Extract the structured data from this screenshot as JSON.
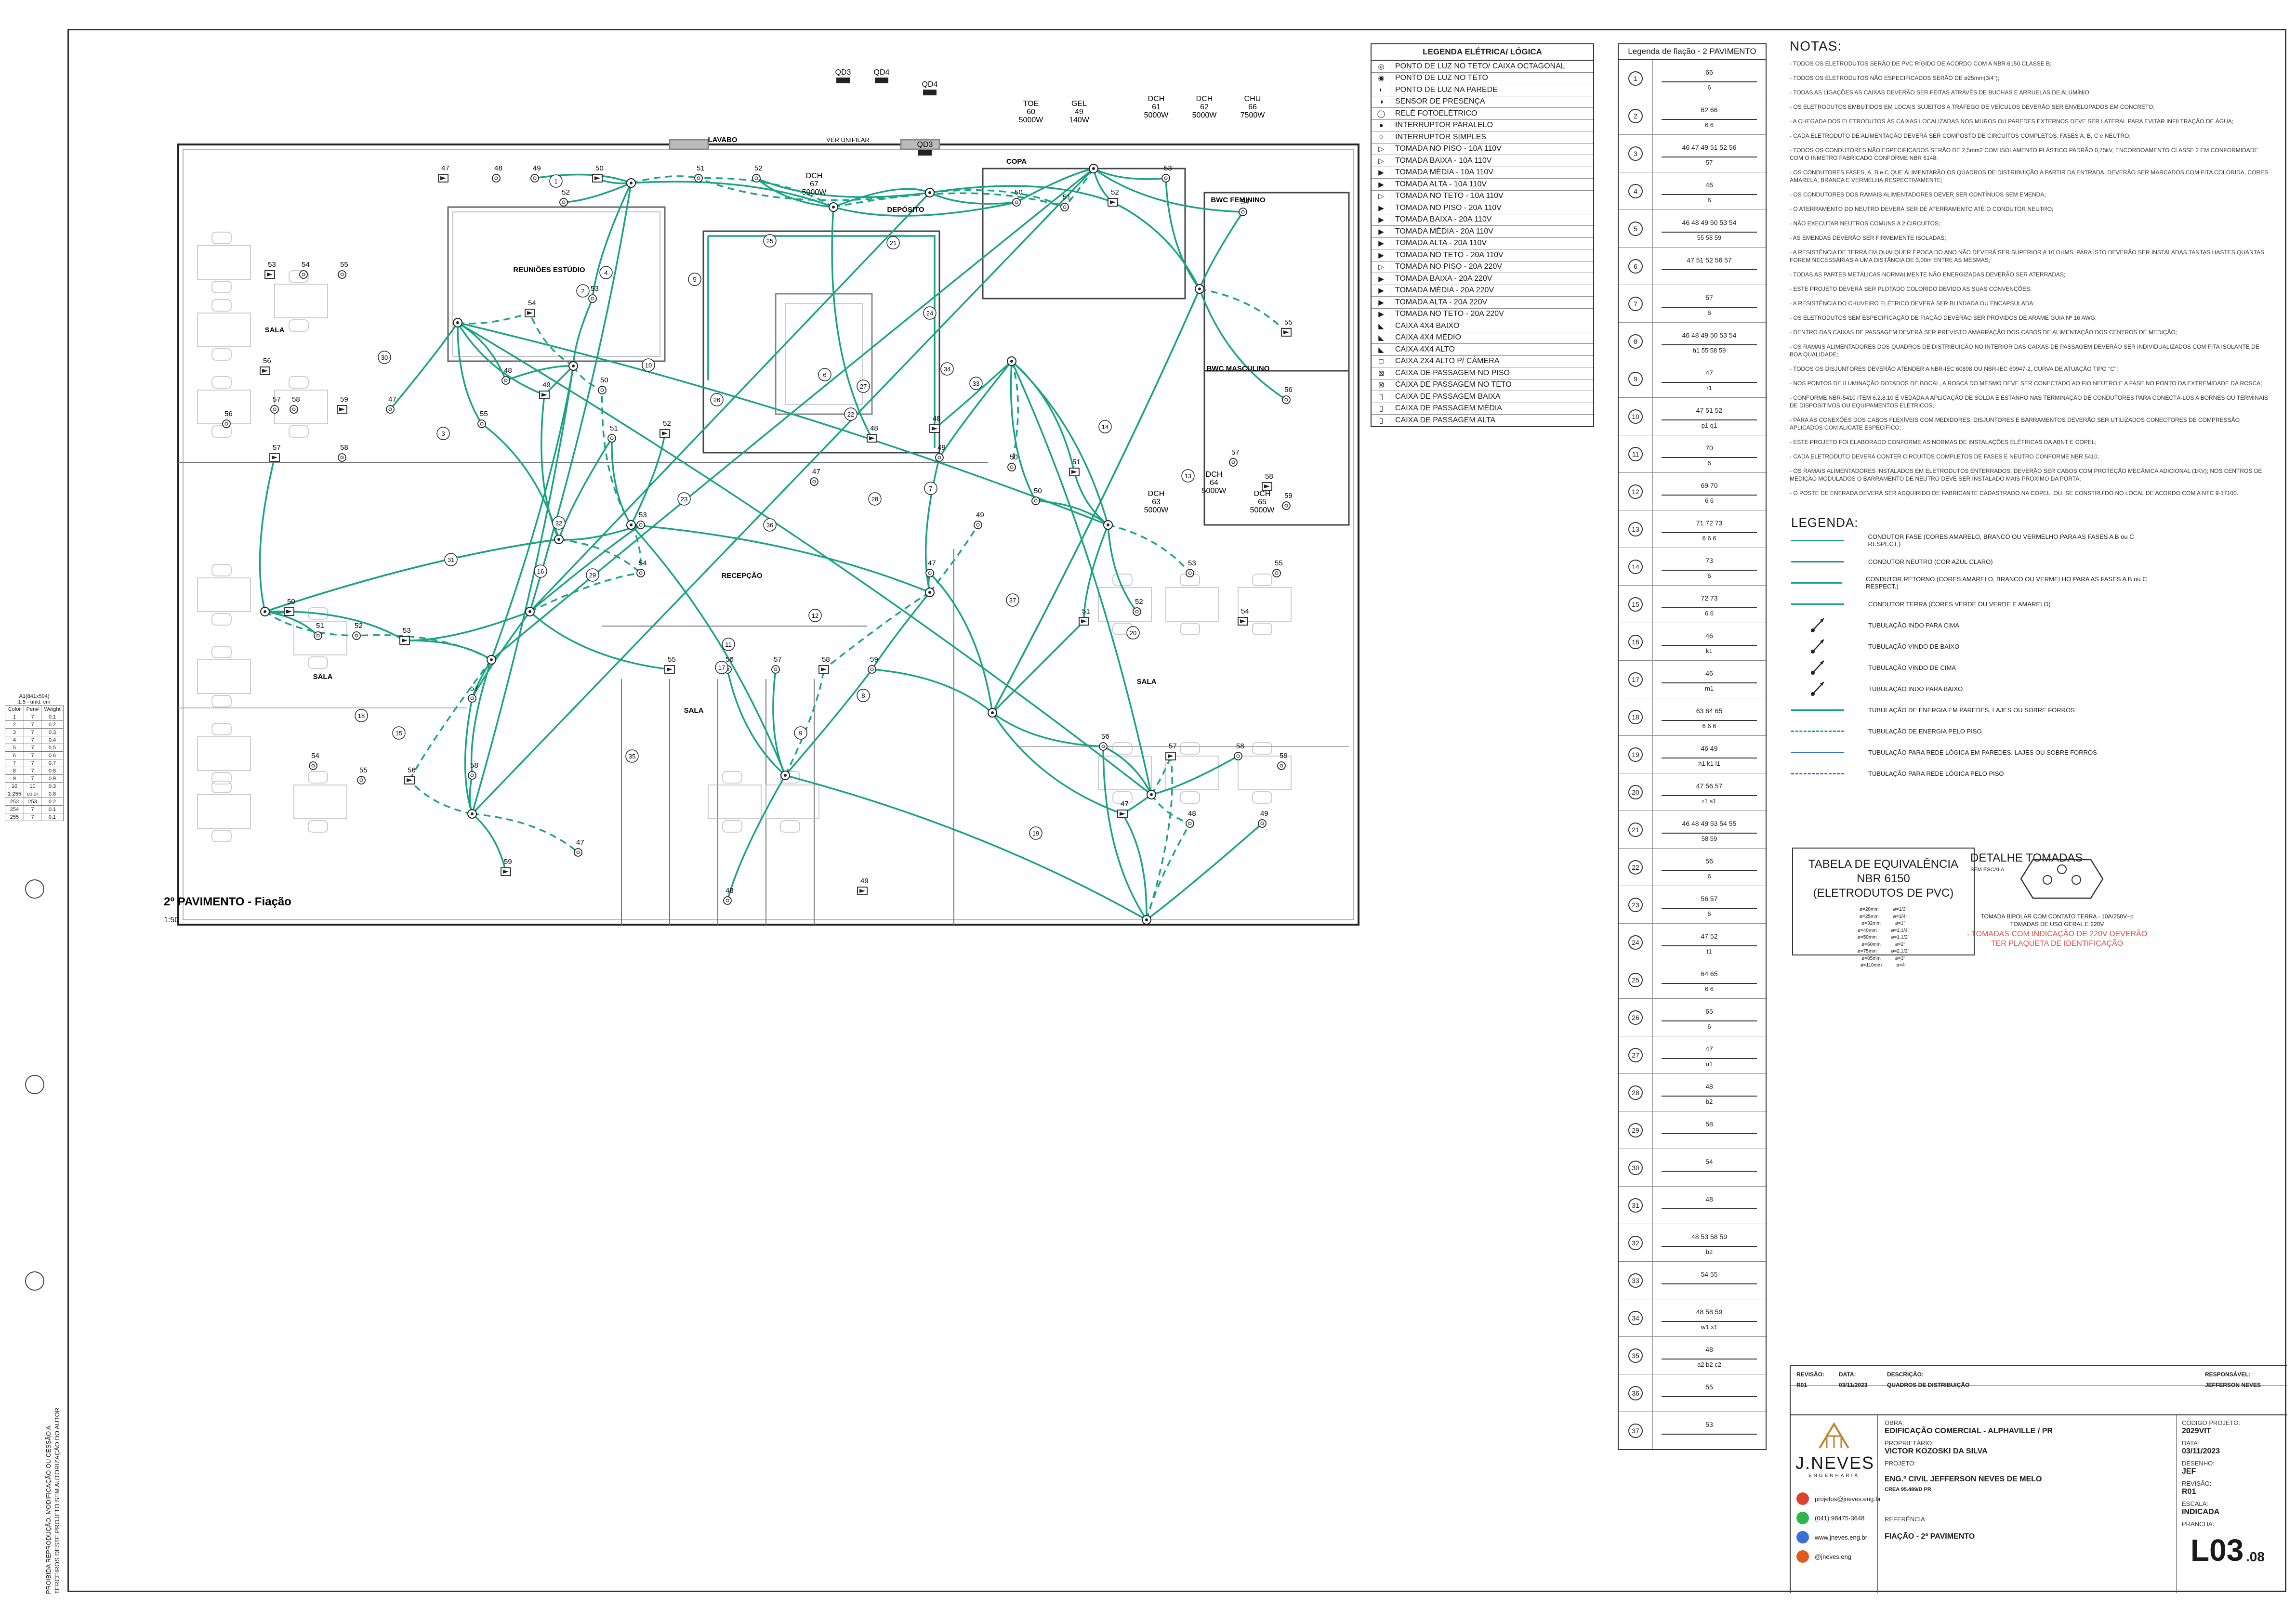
{
  "plan": {
    "title": "2º PAVIMENTO - Fiação",
    "scale": "1:50",
    "rooms": [
      {
        "key": "sala1",
        "label": "SALA"
      },
      {
        "key": "reunioes",
        "label": "REUNIÕES ESTÚDIO"
      },
      {
        "key": "lavabo",
        "label": "LAVABO"
      },
      {
        "key": "copa",
        "label": "COPA"
      },
      {
        "key": "deposito",
        "label": "DEPÓSITO"
      },
      {
        "key": "bwc_fem",
        "label": "BWC FEMININO"
      },
      {
        "key": "bwc_masc",
        "label": "BWC MASCULINO"
      },
      {
        "key": "recepcao",
        "label": "RECEPÇÃO"
      },
      {
        "key": "sala2",
        "label": "SALA"
      },
      {
        "key": "sala3",
        "label": "SALA"
      },
      {
        "key": "sala4",
        "label": "SALA"
      }
    ],
    "panels": [
      {
        "label": "QD3"
      },
      {
        "label": "QD4"
      },
      {
        "label": "QD4"
      },
      {
        "label": "QD3"
      }
    ],
    "ver_unifilar": "VER UNIFILAR",
    "equipment": [
      {
        "name": "TOE",
        "circuit": "60",
        "power": "5000W"
      },
      {
        "name": "GEL",
        "circuit": "49",
        "power": "140W"
      },
      {
        "name": "DCH",
        "circuit": "61",
        "power": "5000W"
      },
      {
        "name": "DCH",
        "circuit": "62",
        "power": "5000W"
      },
      {
        "name": "CHU",
        "circuit": "66",
        "power": "7500W"
      },
      {
        "name": "DCH",
        "circuit": "67",
        "power": "5000W"
      },
      {
        "name": "DCH",
        "circuit": "63",
        "power": "5000W"
      },
      {
        "name": "DCH",
        "circuit": "64",
        "power": "5000W"
      },
      {
        "name": "DCH",
        "circuit": "65",
        "power": "5000W"
      }
    ],
    "circuit_numbers": [
      "47",
      "48",
      "49",
      "50",
      "51",
      "52",
      "53",
      "54",
      "55",
      "56",
      "57",
      "58",
      "59"
    ],
    "bubbles": [
      "1",
      "2",
      "3",
      "4",
      "5",
      "6",
      "7",
      "8",
      "9",
      "10",
      "11",
      "12",
      "13",
      "14",
      "15",
      "16",
      "17",
      "18",
      "19",
      "20",
      "21",
      "22",
      "23",
      "24",
      "25",
      "26",
      "27",
      "28",
      "29",
      "30",
      "31",
      "32",
      "33",
      "34",
      "35",
      "36",
      "37"
    ]
  },
  "legend": {
    "title": "LEGENDA ELÉTRICA/ LÓGICA",
    "items": [
      {
        "icon": "ceiling-light-octagonal-icon",
        "glyph": "◎",
        "label": "PONTO DE LUZ NO TETO/ CAIXA OCTAGONAL"
      },
      {
        "icon": "ceiling-light-icon",
        "glyph": "◉",
        "label": "PONTO DE LUZ NO TETO"
      },
      {
        "icon": "wall-light-icon",
        "glyph": "◐",
        "label": "PONTO DE LUZ NA PAREDE"
      },
      {
        "icon": "presence-sensor-icon",
        "glyph": "◑",
        "label": "SENSOR DE PRESENÇA"
      },
      {
        "icon": "photocell-relay-icon",
        "glyph": "◯",
        "label": "RELÉ FOTOELÉTRICO"
      },
      {
        "icon": "parallel-switch-icon",
        "glyph": "●",
        "label": "INTERRUPTOR PARALELO"
      },
      {
        "icon": "simple-switch-icon",
        "glyph": "○",
        "label": "INTERRUPTOR SIMPLES"
      },
      {
        "icon": "floor-outlet-10a-icon",
        "glyph": "▷",
        "label": "TOMADA NO PISO - 10A 110V"
      },
      {
        "icon": "low-outlet-10a-icon",
        "glyph": "▷",
        "label": "TOMADA BAIXA - 10A 110V"
      },
      {
        "icon": "mid-outlet-10a-icon",
        "glyph": "▶",
        "label": "TOMADA MÉDIA - 10A 110V"
      },
      {
        "icon": "high-outlet-10a-icon",
        "glyph": "▶",
        "label": "TOMADA ALTA - 10A 110V"
      },
      {
        "icon": "ceiling-outlet-10a-icon",
        "glyph": "▷",
        "label": "TOMADA NO TETO - 10A 110V"
      },
      {
        "icon": "floor-outlet-20a-icon",
        "glyph": "▶",
        "label": "TOMADA NO PISO - 20A 110V"
      },
      {
        "icon": "low-outlet-20a-icon",
        "glyph": "▶",
        "label": "TOMADA BAIXA - 20A 110V"
      },
      {
        "icon": "mid-outlet-20a-icon",
        "glyph": "▶",
        "label": "TOMADA MÉDIA - 20A 110V"
      },
      {
        "icon": "high-outlet-20a-icon",
        "glyph": "▶",
        "label": "TOMADA ALTA - 20A 110V"
      },
      {
        "icon": "ceiling-outlet-20a-icon",
        "glyph": "▶",
        "label": "TOMADA NO TETO - 20A 110V"
      },
      {
        "icon": "floor-outlet-220-icon",
        "glyph": "▷",
        "label": "TOMADA NO PISO - 20A 220V"
      },
      {
        "icon": "low-outlet-220-icon",
        "glyph": "▶",
        "label": "TOMADA BAIXA - 20A 220V"
      },
      {
        "icon": "mid-outlet-220-icon",
        "glyph": "▶",
        "label": "TOMADA MÉDIA - 20A 220V"
      },
      {
        "icon": "high-outlet-220-icon",
        "glyph": "▶",
        "label": "TOMADA ALTA - 20A 220V"
      },
      {
        "icon": "ceiling-outlet-220-icon",
        "glyph": "▶",
        "label": "TOMADA NO TETO - 20A 220V"
      },
      {
        "icon": "box-4x4-low-icon",
        "glyph": "◣",
        "label": "CAIXA 4X4 BAIXO"
      },
      {
        "icon": "box-4x4-mid-icon",
        "glyph": "◣",
        "label": "CAIXA 4X4 MÉDIO"
      },
      {
        "icon": "box-4x4-high-icon",
        "glyph": "◣",
        "label": "CAIXA 4X4 ALTO"
      },
      {
        "icon": "camera-box-icon",
        "glyph": "□",
        "label": "CAIXA 2X4 ALTO P/ CÂMERA"
      },
      {
        "icon": "floor-passage-box-icon",
        "glyph": "⊠",
        "label": "CAIXA DE PASSAGEM NO PISO"
      },
      {
        "icon": "ceiling-passage-box-icon",
        "glyph": "⊠",
        "label": "CAIXA DE PASSAGEM NO TETO"
      },
      {
        "icon": "low-passage-box-icon",
        "glyph": "▯",
        "label": "CAIXA DE PASSAGEM BAIXA"
      },
      {
        "icon": "mid-passage-box-icon",
        "glyph": "▯",
        "label": "CAIXA DE PASSAGEM MÉDIA"
      },
      {
        "icon": "high-passage-box-icon",
        "glyph": "▯",
        "label": "CAIXA DE PASSAGEM ALTA"
      }
    ]
  },
  "wiring": {
    "title": "Legenda de fiação - 2 PAVIMENTO",
    "rows": [
      {
        "n": "1",
        "top": "66",
        "bot": "6"
      },
      {
        "n": "2",
        "top": "62 66",
        "bot": "6 6"
      },
      {
        "n": "3",
        "top": "46 47 49 51 52 56",
        "bot": "57"
      },
      {
        "n": "4",
        "top": "46",
        "bot": "6"
      },
      {
        "n": "5",
        "top": "46 48 49 50 53 54",
        "bot": "55 58 59"
      },
      {
        "n": "6",
        "top": "47 51 52 56 57",
        "bot": ""
      },
      {
        "n": "7",
        "top": "57",
        "bot": "6"
      },
      {
        "n": "8",
        "top": "46 48 49 50 53 54",
        "bot": "h1 55 58 59"
      },
      {
        "n": "9",
        "top": "47",
        "bot": "r1"
      },
      {
        "n": "10",
        "top": "47 51 52",
        "bot": "p1 q1"
      },
      {
        "n": "11",
        "top": "70",
        "bot": "6"
      },
      {
        "n": "12",
        "top": "69 70",
        "bot": "6 6"
      },
      {
        "n": "13",
        "top": "71 72 73",
        "bot": "6 6 6"
      },
      {
        "n": "14",
        "top": "73",
        "bot": "6"
      },
      {
        "n": "15",
        "top": "72 73",
        "bot": "6 6"
      },
      {
        "n": "16",
        "top": "46",
        "bot": "k1"
      },
      {
        "n": "17",
        "top": "46",
        "bot": "m1"
      },
      {
        "n": "18",
        "top": "63 64 65",
        "bot": "6 6 6"
      },
      {
        "n": "19",
        "top": "46 49",
        "bot": "h1 k1 l1"
      },
      {
        "n": "20",
        "top": "47 56 57",
        "bot": "r1 s1"
      },
      {
        "n": "21",
        "top": "46 48 49 53 54 55",
        "bot": "58 59"
      },
      {
        "n": "22",
        "top": "56",
        "bot": "6"
      },
      {
        "n": "23",
        "top": "56 57",
        "bot": "6"
      },
      {
        "n": "24",
        "top": "47 52",
        "bot": "t1"
      },
      {
        "n": "25",
        "top": "64 65",
        "bot": "6 6"
      },
      {
        "n": "26",
        "top": "65",
        "bot": "6"
      },
      {
        "n": "27",
        "top": "47",
        "bot": "u1"
      },
      {
        "n": "28",
        "top": "48",
        "bot": "b2"
      },
      {
        "n": "29",
        "top": "58",
        "bot": ""
      },
      {
        "n": "30",
        "top": "54",
        "bot": ""
      },
      {
        "n": "31",
        "top": "48",
        "bot": ""
      },
      {
        "n": "32",
        "top": "48 53 58 59",
        "bot": "b2"
      },
      {
        "n": "33",
        "top": "54 55",
        "bot": ""
      },
      {
        "n": "34",
        "top": "48 58 59",
        "bot": "w1 x1"
      },
      {
        "n": "35",
        "top": "48",
        "bot": "a2 b2 c2"
      },
      {
        "n": "36",
        "top": "55",
        "bot": ""
      },
      {
        "n": "37",
        "top": "53",
        "bot": ""
      }
    ]
  },
  "notes": {
    "title": "NOTAS:",
    "items": [
      "- TODOS OS ELETRODUTOS SERÃO DE PVC RÍGIDO DE ACORDO COM A NBR 6150 CLASSE B;",
      "- TODOS OS ELETRODUTOS NÃO ESPECIFICADOS SERÃO DE ø25mm(3/4\");",
      "- TODAS AS LIGAÇÕES AS CAIXAS DEVERÃO SER FEITAS ATRAVÉS DE BUCHAS E ARRUELAS DE ALUMÍNIO;",
      "- OS ELETRODUTOS EMBUTIDOS EM LOCAIS SUJEITOS A TRÁFEGO DE VEÍCULOS DEVERÃO SER ENVELOPADOS EM CONCRETO;",
      "- A CHEGADA DOS ELETRODUTOS ÀS CAIXAS LOCALIZADAS NOS MUROS OU PAREDES EXTERNOS DEVE SER LATERAL PARA EVITAR INFILTRAÇÃO DE ÁGUA;",
      "- CADA ELETRODUTO DE ALIMENTAÇÃO DEVERÁ SER COMPOSTO DE CIRCUITOS COMPLETOS, FASES A, B, C e NEUTRO;",
      "- TODOS OS CONDUTORES NÃO ESPECIFICADOS SERÃO DE 2,5mm2 COM ISOLAMENTO PLÁSTICO PADRÃO 0,75kV, ENCORDOAMENTO CLASSE 2 EM CONFORMIDADE COM O INMETRO FABRICADO CONFORME NBR 6148;",
      "- OS CONDUTORES FASES, A, B e C QUE ALIMENTARÃO OS QUADROS DE DISTRIBUIÇÃO A PARTIR DA ENTRADA, DEVERÃO SER MARCADOS COM FITA COLORIDA, CORES AMARELA, BRANCA E VERMELHA RESPECTIVAMENTE;",
      "- OS CONDUTORES DOS RAMAIS ALIMENTADORES DEVER SER CONTÍNUOS SEM EMENDA;",
      "- O ATERRAMENTO DO NEUTRO DEVERÁ SER DE ATERRAMENTO ATÉ O CONDUTOR NEUTRO;",
      "- NÃO EXECUTAR NEUTROS COMUNS A 2 CIRCUITOS;",
      "- AS EMENDAS DEVERÃO SER FIRMEMENTE ISOLADAS;",
      "- A RESISTÊNCIA DE TERRA EM QUALQUER ÉPOCA DO ANO NÃO DEVERÁ SER SUPERIOR A 10 OHMS. PARA ISTO DEVERÃO SER INSTALADAS TANTAS HASTES QUANTAS FOREM NECESSÁRIAS A UMA DISTÂNCIA DE 3,00m ENTRE AS MESMAS;",
      "- TODAS AS PARTES METÁLICAS NORMALMENTE NÃO ENERGIZADAS DEVERÃO SER ATERRADAS;",
      "- ESTE PROJETO DEVERÁ SER PLOTADO COLORIDO DEVIDO AS SUAS CONVENÇÕES;",
      "- A RESISTÊNCIA DO CHUVEIRO ELÉTRICO DEVERÁ SER BLINDADA OU ENCAPSULADA;",
      "- OS ELETRODUTOS SEM ESPECIFICAÇÃO DE FIAÇÃO DEVERÃO SER PROVIDOS DE ARAME GUIA Nº 16 AWG;",
      "- DENTRO DAS CAIXAS DE PASSAGEM DEVERÁ SER PREVISTO AMARRAÇÃO DOS CABOS DE ALIMENTAÇÃO DOS CENTROS DE MEDIÇÃO;",
      "- OS RAMAIS ALIMENTADORES DOS QUADROS DE DISTRIBUIÇÃO NO INTERIOR DAS CAIXAS DE PASSAGEM DEVERÃO SER INDIVIDUALIZADOS COM FITA ISOLANTE DE BOA QUALIDADE;",
      "- TODOS OS DISJUNTORES DEVERÃO ATENDER A NBR-IEC 60898 OU NBR-IEC 60947-2, CURVA DE ATUAÇÃO TIPO \"C\";",
      "- NOS PONTOS DE ILUMINAÇÃO DOTADOS DE BOCAL, A ROSCA DO MESMO DEVE SER CONECTADO AO FIO NEUTRO E A FASE NO PONTO DA EXTREMIDADE DA ROSCA;",
      "- CONFORME NBR-5410 ITEM 6.2.8.10 É VEDADA A APLICAÇÃO DE SOLDA E ESTANHO NAS TERMINAÇÃO DE CONDUTORES PARA CONECTÁ-LOS A BORNES OU TERMINAIS DE DISPOSITIVOS OU EQUIPAMENTOS ELÉTRICOS;",
      "- PARA AS CONEXÕES DOS CABOS FLEXÍVEIS COM MEDIDORES, DISJUNTORES E BARRAMENTOS DEVERÃO SER UTILIZADOS CONECTORES DE COMPRESSÃO APLICADOS COM ALICATE ESPECÍFICO;",
      "- ESTE PROJETO FOI ELABORADO CONFORME AS NORMAS DE INSTALAÇÕES ELÉTRICAS DA ABNT E COPEL;",
      "- CADA ELETRODUTO DEVERÁ CONTER CIRCUITOS COMPLETOS DE FASES E NEUTRO CONFORME NBR 5410;",
      "- OS RAMAIS ALIMENTADORES INSTALADOS EM ELETRODUTOS ENTERRADOS, DEVERÃO SER CABOS COM PROTEÇÃO MECÂNICA ADICIONAL (1KV); NOS CENTROS DE MEDIÇÃO MODULADOS O BARRAMENTO DE NEUTRO DEVE SER INSTALADO MAIS PRÓXIMO DA PORTA;",
      "- O POSTE DE ENTRADA DEVERÁ SER ADQUIRIDO DE FABRICANTE CADASTRADO NA COPEL, OU, SE CONSTRUÍDO NO LOCAL DE ACORDO COM A NTC 9-17100."
    ]
  },
  "legend2": {
    "title": "LEGENDA:",
    "items": [
      {
        "style": "solid",
        "color": "green",
        "label": "CONDUTOR FASE (CORES AMARELO, BRANCO OU VERMELHO PARA AS FASES A B ou C RESPECT.)"
      },
      {
        "style": "solid",
        "color": "green",
        "label": "CONDUTOR NEUTRO (COR AZUL CLARO)"
      },
      {
        "style": "solid",
        "color": "green",
        "label": "CONDUTOR RETORNO (CORES AMARELO, BRANCO OU VERMELHO PARA AS FASES A B ou C RESPECT.)"
      },
      {
        "style": "solid",
        "color": "green",
        "label": "CONDUTOR TERRA (CORES VERDE OU VERDE E AMARELO)"
      },
      {
        "style": "arrow",
        "color": "black",
        "label": "TUBULAÇÃO INDO PARA CIMA"
      },
      {
        "style": "arrow",
        "color": "black",
        "label": "TUBULAÇÃO VINDO DE BAIXO"
      },
      {
        "style": "arrow",
        "color": "black",
        "label": "TUBULAÇÃO VINDO DE CIMA"
      },
      {
        "style": "arrow",
        "color": "black",
        "label": "TUBULAÇÃO INDO PARA BAIXO"
      },
      {
        "style": "solid",
        "color": "green",
        "label": "TUBULAÇÃO DE ENERGIA EM PAREDES, LAJES OU SOBRE FORROS"
      },
      {
        "style": "dash",
        "color": "green",
        "label": "TUBULAÇÃO DE ENERGIA PELO PISO"
      },
      {
        "style": "solid",
        "color": "blue",
        "label": "TUBULAÇÃO PARA REDE LÓGICA EM PAREDES, LAJES OU SOBRE FORROS"
      },
      {
        "style": "dash",
        "color": "blue",
        "label": "TUBULAÇÃO PARA REDE LÓGICA PELO PISO"
      }
    ]
  },
  "equivalence": {
    "title_line1": "TABELA DE EQUIVALÊNCIA",
    "title_line2": "NBR 6150",
    "title_line3": "(ELETRODUTOS DE PVC)",
    "rows": [
      {
        "mm": "ø=20mm",
        "inch": "ø=1/2\""
      },
      {
        "mm": "ø=25mm",
        "inch": "ø=3/4\""
      },
      {
        "mm": "ø=32mm",
        "inch": "ø=1\""
      },
      {
        "mm": "ø=40mm",
        "inch": "ø=1.1/4\""
      },
      {
        "mm": "ø=50mm",
        "inch": "ø=1.1/2\""
      },
      {
        "mm": "ø=60mm",
        "inch": "ø=2\""
      },
      {
        "mm": "ø=75mm",
        "inch": "ø=2.1/2\""
      },
      {
        "mm": "ø=85mm",
        "inch": "ø=3\""
      },
      {
        "mm": "ø=110mm",
        "inch": "ø=4\""
      }
    ]
  },
  "outlet_detail": {
    "title": "DETALHE TOMADAS",
    "subtitle": "SEM ESCALA",
    "caption1": "TOMADA BIPOLAR COM CONTATO TERRA - 10A/250V~p",
    "caption2": "TOMADAS DE USO GERAL E 220V",
    "red1": "- TOMADAS COM INDICAÇÃO DE 220V DEVERÃO",
    "red2": "TER PLAQUETA DE IDENTIFICAÇÃO"
  },
  "title_block": {
    "h_revisao": "REVISÃO:",
    "h_data": "DATA:",
    "h_descricao": "DESCRIÇÃO:",
    "h_responsavel": "RESPONSÁVEL:",
    "rev": "R01",
    "date": "03/11/2023",
    "desc": "QUADROS DE DISTRIBUIÇÃO",
    "resp": "JEFFERSON NEVES",
    "obra_lbl": "OBRA:",
    "obra": "EDIFICAÇÃO COMERCIAL - ALPHAVILLE / PR",
    "prop_lbl": "PROPRIETÁRIO:",
    "prop": "VICTOR KOZOSKI DA SILVA",
    "projeto_lbl": "PROJETO:",
    "projeto": "ENG.º CIVIL JEFFERSON NEVES DE MELO",
    "crea": "CREA 95.489/D PR",
    "ref_lbl": "REFERÊNCIA:",
    "ref": "FIAÇÃO - 2º PAVIMENTO",
    "codigo_lbl": "CÓDIGO PROJETO:",
    "codigo": "2029VIT",
    "data_lbl": "DATA:",
    "data": "03/11/2023",
    "desenho_lbl": "DESENHO:",
    "desenho": "JEF",
    "revisao_lbl": "REVISÃO:",
    "revisao": "R01",
    "escala_lbl": "ESCALA:",
    "escala": "INDICADA",
    "prancha_lbl": "PRANCHA:",
    "prancha": "L03",
    "prancha_sub": ".08",
    "company": "J.NEVES",
    "company_sub": "ENGENHARIA",
    "contacts": [
      {
        "icon": "email-icon",
        "text": "projetos@jneves.eng.br"
      },
      {
        "icon": "whatsapp-icon",
        "text": "(041) 98475-3648"
      },
      {
        "icon": "globe-icon",
        "text": "www.jneves.eng.br"
      },
      {
        "icon": "instagram-icon",
        "text": "@jneves.eng"
      }
    ]
  },
  "side_note": {
    "line1": "PROIBIDA REPRODUÇÃO, MODIFICAÇÃO OU CESSÃO A",
    "line2": "TERCEIROS DESTE PROJETO SEM AUTORIZAÇÃO DO AUTOR"
  },
  "pen_table": {
    "header": "A1(841x594)",
    "sub": "1:5 - unid. cm",
    "cols": [
      "Color",
      "Pen#",
      "Weight"
    ],
    "rows": [
      [
        "1",
        "7",
        "0.1"
      ],
      [
        "2",
        "7",
        "0.2"
      ],
      [
        "3",
        "7",
        "0.3"
      ],
      [
        "4",
        "7",
        "0.4"
      ],
      [
        "5",
        "7",
        "0.5"
      ],
      [
        "6",
        "7",
        "0.6"
      ],
      [
        "7",
        "7",
        "0.7"
      ],
      [
        "8",
        "7",
        "0.8"
      ],
      [
        "9",
        "7",
        "0.9"
      ],
      [
        "10",
        "10",
        "0.3"
      ],
      [
        "1-255",
        "color",
        "0.8"
      ],
      [
        "253",
        "253",
        "0.2"
      ],
      [
        "254",
        "7",
        "0.1"
      ],
      [
        "255",
        "7",
        "0.1"
      ]
    ]
  },
  "colors": {
    "wire": "#1aa383",
    "ink": "#1a1a1a",
    "red": "#e03b3b",
    "blue": "#3a6fd6"
  }
}
